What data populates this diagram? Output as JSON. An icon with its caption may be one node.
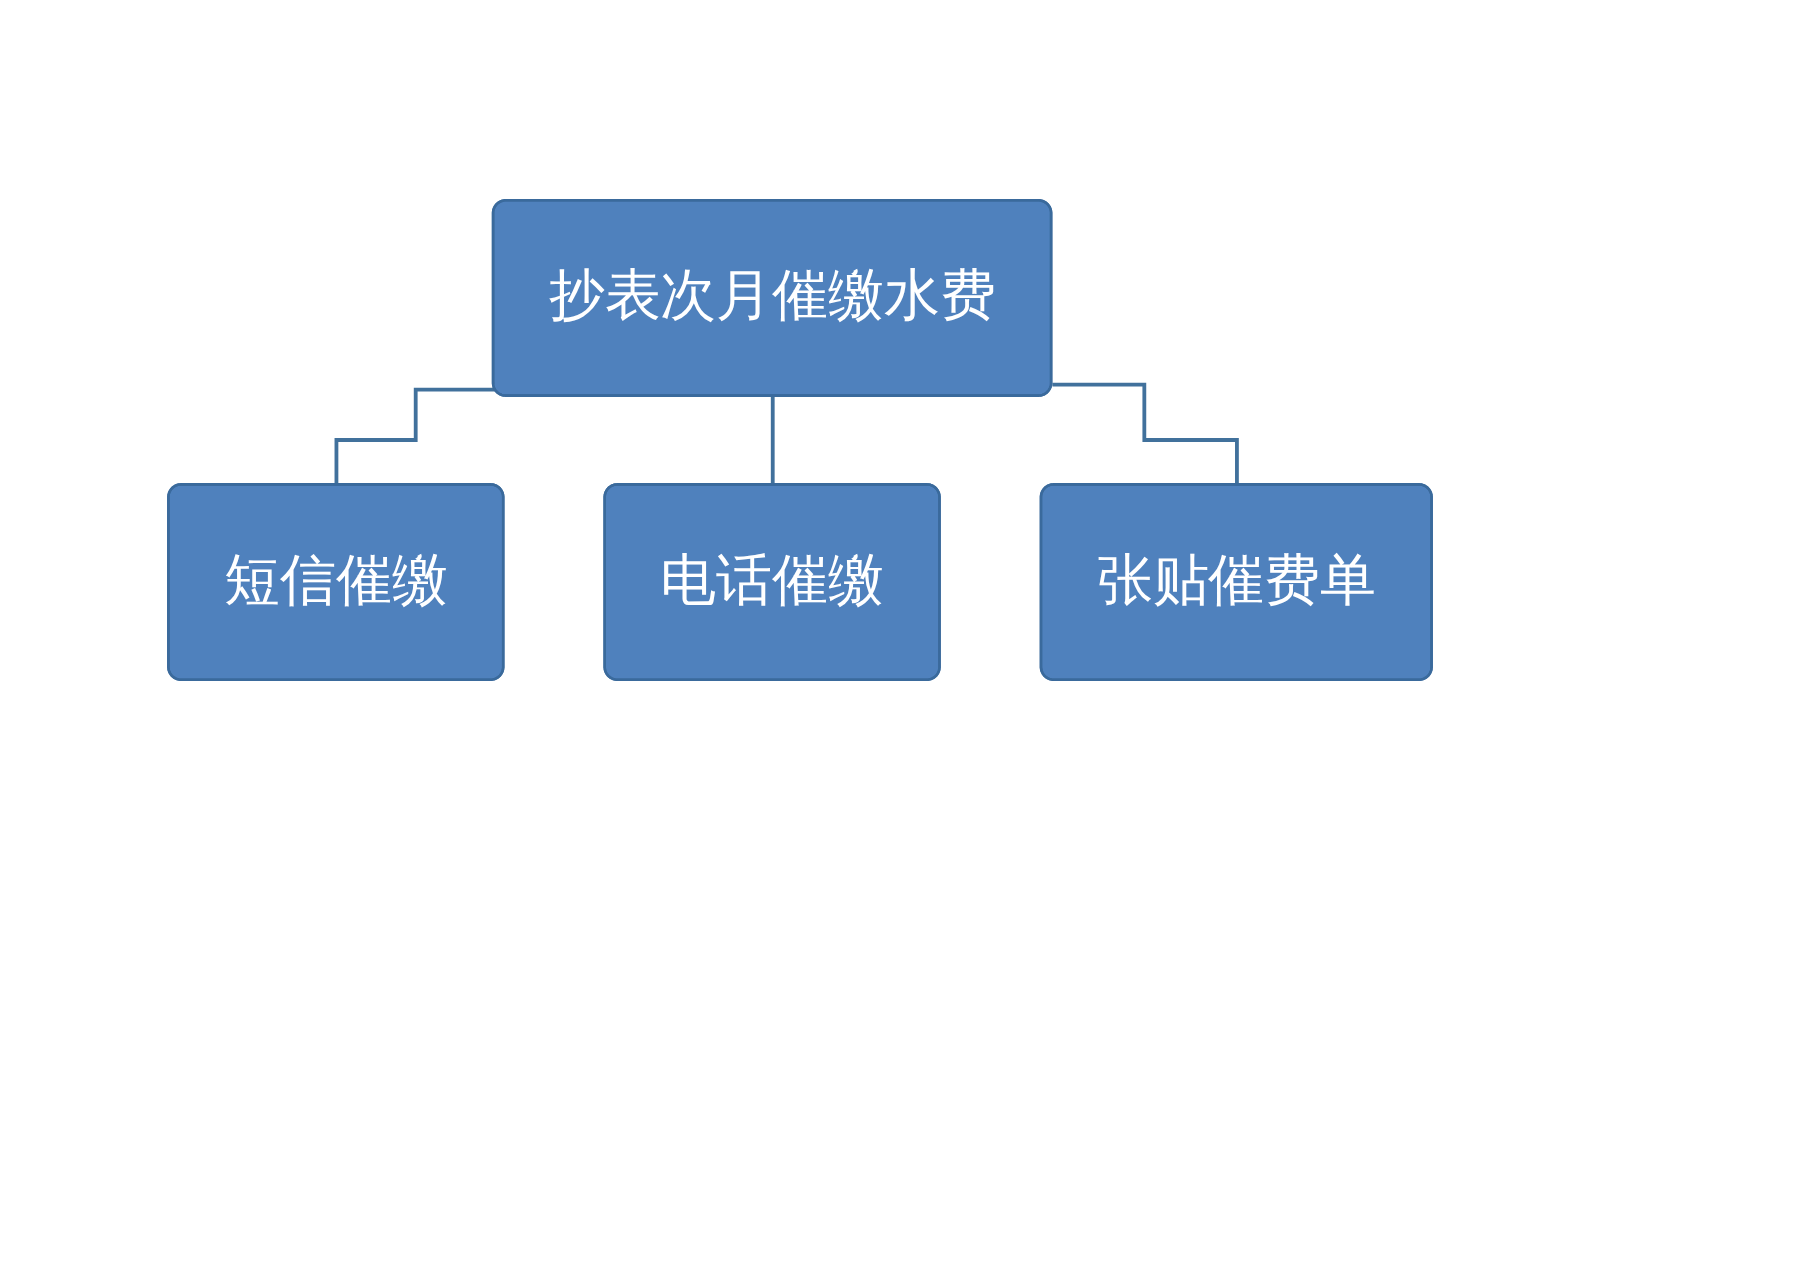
{
  "diagram": {
    "nodes": [
      {
        "text": [
          "抄表次月催缴水费"
        ]
      },
      {
        "text": [
          "短信催缴"
        ]
      },
      {
        "text": [
          "电话催缴"
        ]
      },
      {
        "text": [
          "张贴催费单"
        ]
      }
    ],
    "edges": [
      {
        "from": 0,
        "to": 1,
        "arrow": "none"
      },
      {
        "from": 0,
        "to": 2,
        "arrow": "none"
      },
      {
        "from": 0,
        "to": 3,
        "arrow": "none"
      }
    ]
  }
}
